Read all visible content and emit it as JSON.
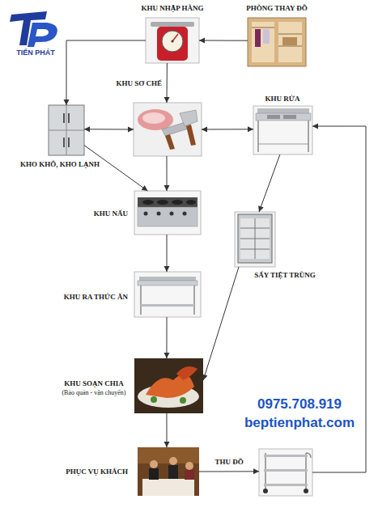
{
  "diagram": {
    "nodes": [
      {
        "text": [
          "KHU NHẬP HÀNG"
        ]
      },
      {
        "text": [
          "PHÒNG THAY ĐỒ"
        ]
      },
      {
        "text": [
          "KHO KHÔ, KHO LẠNH"
        ]
      },
      {
        "text": [
          "KHU SƠ CHẾ"
        ]
      },
      {
        "text": [
          "KHU RỬA"
        ]
      },
      {
        "text": [
          "KHU NẤU"
        ]
      },
      {
        "text": [
          "SẤY TIỆT TRÙNG"
        ]
      },
      {
        "text": [
          "KHU RA THỨC ĂN"
        ]
      },
      {
        "text": [
          "KHU SOẠN CHIA",
          "(Bảo quản - vận chuyển)"
        ]
      },
      {
        "text": [
          "PHỤC VỤ KHÁCH"
        ]
      },
      {
        "text": [
          "THU ĐỒ"
        ]
      }
    ],
    "edges": [
      {
        "from": 1,
        "to": 0,
        "arrow": "to"
      },
      {
        "from": 0,
        "to": 3,
        "arrow": "to"
      },
      {
        "from": 0,
        "to": 2,
        "arrow": "to"
      },
      {
        "from": 2,
        "to": 3,
        "arrow": "both"
      },
      {
        "from": 3,
        "to": 4,
        "arrow": "both"
      },
      {
        "from": 2,
        "to": 5,
        "arrow": "to"
      },
      {
        "from": 3,
        "to": 5,
        "arrow": "to"
      },
      {
        "from": 4,
        "to": 6,
        "arrow": "to"
      },
      {
        "from": 6,
        "to": 8,
        "arrow": "to"
      },
      {
        "from": 5,
        "to": 7,
        "arrow": "to"
      },
      {
        "from": 7,
        "to": 8,
        "arrow": "to"
      },
      {
        "from": 8,
        "to": 9,
        "arrow": "to"
      },
      {
        "from": 9,
        "to": 10,
        "arrow": "to"
      },
      {
        "from": 10,
        "to": 4,
        "arrow": "to"
      }
    ],
    "labels": [
      "TIẾN PHÁT",
      "0975.708.919",
      "beptienphat.com"
    ]
  }
}
